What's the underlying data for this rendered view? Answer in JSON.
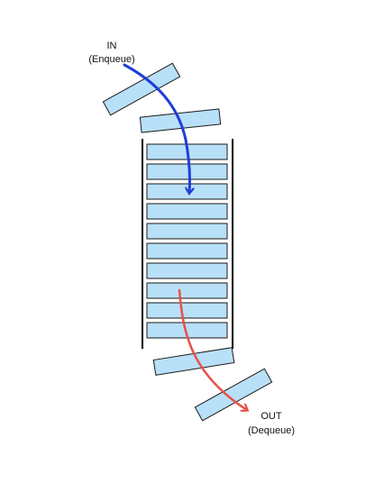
{
  "diagram": {
    "in_label": {
      "line1": "IN",
      "line2": "(Enqueue)"
    },
    "out_label": {
      "line1": "OUT",
      "line2": "(Dequeue)"
    },
    "queue_slot_count": 10,
    "colors": {
      "slot_fill": "#b8e0f8",
      "slot_stroke": "#1a1a1a",
      "wall": "#000000",
      "in_arrow": "#1f3ed6",
      "out_arrow": "#e8524a"
    }
  }
}
